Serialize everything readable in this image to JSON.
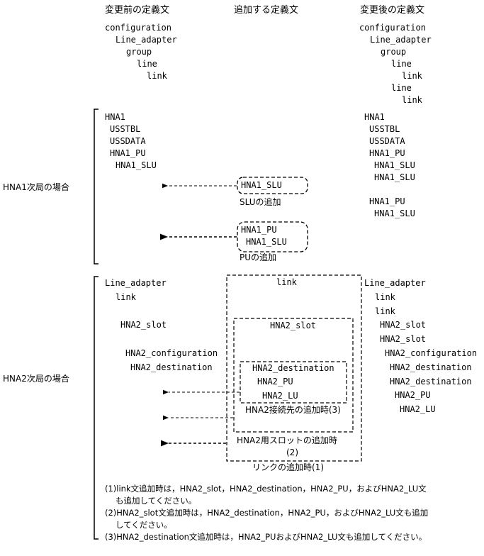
{
  "headers": {
    "before": "変更前の定義文",
    "add": "追加する定義文",
    "after": "変更後の定義文"
  },
  "top": {
    "before": [
      "configuration",
      "Line_adapter",
      "group",
      "line",
      "link"
    ],
    "after": [
      "configuration",
      "Line_adapter",
      "group",
      "line",
      "link",
      "line",
      "link"
    ]
  },
  "hna1": {
    "side_label": "HNA1次局の場合",
    "before": [
      "HNA1",
      "USSTBL",
      "USSDATA",
      "HNA1_PU",
      "HNA1_SLU"
    ],
    "add_slu_box": [
      "HNA1_SLU"
    ],
    "add_slu_caption": "SLUの追加",
    "add_pu_box": [
      "HNA1_PU",
      "HNA1_SLU"
    ],
    "add_pu_caption": "PUの追加",
    "after": [
      "HNA1",
      "USSTBL",
      "USSDATA",
      "HNA1_PU",
      "HNA1_SLU",
      "HNA1_SLU",
      "HNA1_PU",
      "HNA1_SLU"
    ]
  },
  "hna2": {
    "side_label": "HNA2次局の場合",
    "before": [
      "Line_adapter",
      "link",
      "HNA2_slot",
      "HNA2_configuration",
      "HNA2_destination"
    ],
    "box_link": "link",
    "box_slot": "HNA2_slot",
    "box_dest": [
      "HNA2_destination",
      "HNA2_PU",
      "HNA2_LU"
    ],
    "caption_dest": "HNA2接続先の追加時(3)",
    "caption_slot_1": "HNA2用スロットの追加時",
    "caption_slot_2": "(2)",
    "caption_link": "リンクの追加時(1)",
    "after": [
      "Line_adapter",
      "link",
      "link",
      "HNA2_slot",
      "HNA2_slot",
      "HNA2_configuration",
      "HNA2_destination",
      "HNA2_destination",
      "HNA2_PU",
      "HNA2_LU"
    ]
  },
  "notes": [
    "(1)link文追加時は，HNA2_slot，HNA2_destination，HNA2_PU，およびHNA2_LU文",
    "も追加してください。",
    "(2)HNA2_slot文追加時は，HNA2_destination，HNA2_PU，およびHNA2_LU文も追加",
    "してください。",
    "(3)HNA2_destination文追加時は，HNA2_PUおよびHNA2_LU文も追加してください。"
  ]
}
